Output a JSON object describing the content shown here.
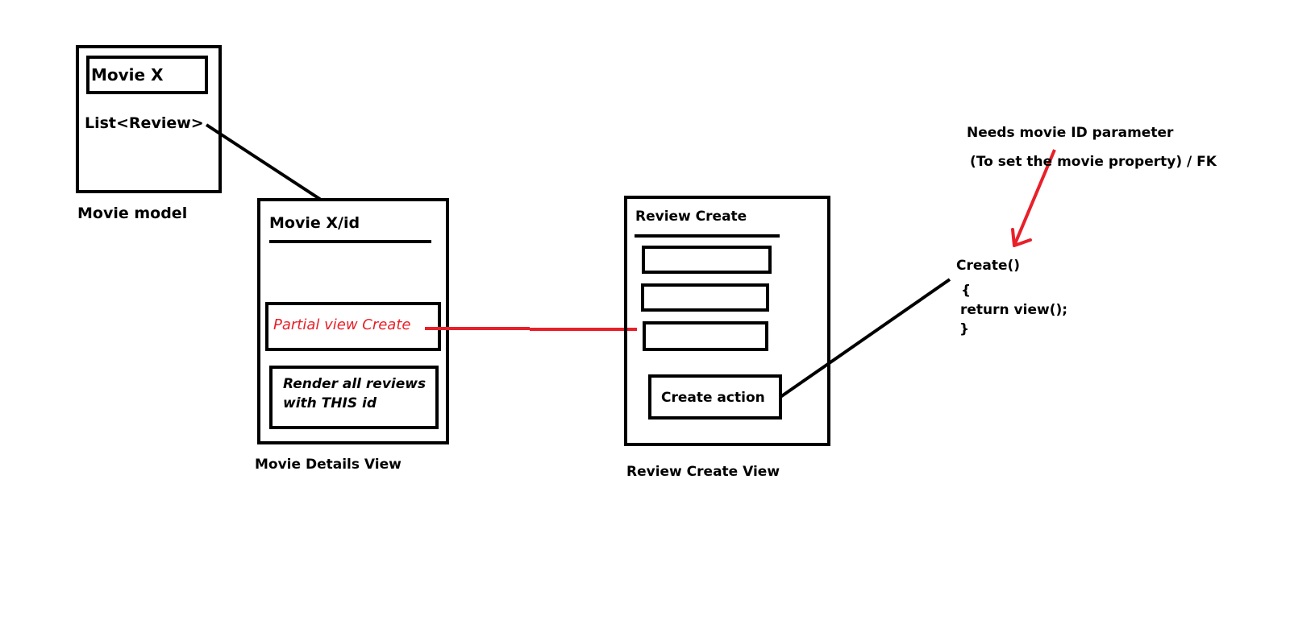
{
  "movie_model": {
    "title": "Movie X",
    "field": "List<Review>",
    "caption": "Movie model"
  },
  "movie_details": {
    "title": "Movie X/id",
    "partial": "Partial view Create",
    "render_line1": "Render all reviews",
    "render_line2": "with THIS id",
    "caption": "Movie Details View"
  },
  "review_create": {
    "title": "Review Create",
    "action": "Create action",
    "caption": "Review Create View"
  },
  "code": {
    "signature": "Create()",
    "open": "{",
    "body": "return view();",
    "close": "}"
  },
  "note": {
    "line1": "Needs movie ID parameter",
    "line2": "(To set the movie property) / FK"
  },
  "colors": {
    "stroke": "#000000",
    "accent": "#e8202a"
  }
}
